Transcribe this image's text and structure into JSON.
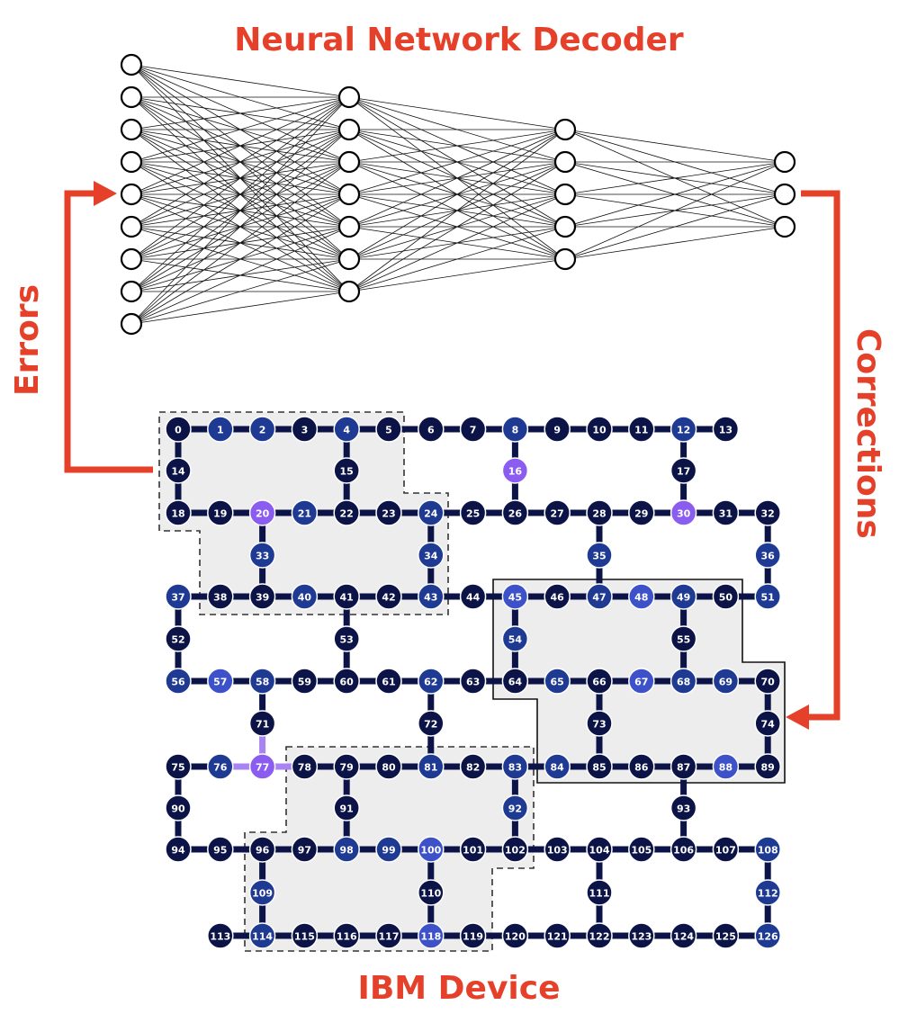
{
  "title": "Neural Network Decoder",
  "device_label": "IBM Device",
  "errors_label": "Errors",
  "corrections_label": "Corrections",
  "network": {
    "layer_sizes": [
      9,
      7,
      5,
      3
    ]
  },
  "device": {
    "rows": [
      [
        "0",
        "1",
        "2",
        "3",
        "4",
        "5",
        "6",
        "7",
        "8",
        "9",
        "10",
        "11",
        "12",
        "13"
      ],
      [
        "18",
        "19",
        "20",
        "21",
        "22",
        "23",
        "24",
        "25",
        "26",
        "27",
        "28",
        "29",
        "30",
        "31",
        "32"
      ],
      [
        "37",
        "38",
        "39",
        "40",
        "41",
        "42",
        "43",
        "44",
        "45",
        "46",
        "47",
        "48",
        "49",
        "50",
        "51"
      ],
      [
        "56",
        "57",
        "58",
        "59",
        "60",
        "61",
        "62",
        "63",
        "64",
        "65",
        "66",
        "67",
        "68",
        "69",
        "70"
      ],
      [
        "75",
        "76",
        "77",
        "78",
        "79",
        "80",
        "81",
        "82",
        "83",
        "84",
        "85",
        "86",
        "87",
        "88",
        "89"
      ],
      [
        "94",
        "95",
        "96",
        "97",
        "98",
        "99",
        "100",
        "101",
        "102",
        "103",
        "104",
        "105",
        "106",
        "107",
        "108"
      ],
      [
        "113",
        "114",
        "115",
        "116",
        "117",
        "118",
        "119",
        "120",
        "121",
        "122",
        "123",
        "124",
        "125",
        "126"
      ]
    ],
    "connectors": [
      [
        "14",
        "15",
        "16",
        "17"
      ],
      [
        "33",
        "34",
        "35",
        "36"
      ],
      [
        "52",
        "53",
        "54",
        "55"
      ],
      [
        "71",
        "72",
        "73",
        "74"
      ],
      [
        "90",
        "91",
        "92",
        "93"
      ],
      [
        "109",
        "110",
        "111",
        "112"
      ]
    ],
    "highlighted_qubits": [
      "16",
      "20",
      "30",
      "77"
    ],
    "bright_qubits": [
      "45",
      "48",
      "67",
      "57",
      "100",
      "118",
      "88"
    ],
    "medium_qubits": [
      "1",
      "2",
      "4",
      "21",
      "24",
      "33",
      "34",
      "37",
      "40",
      "43",
      "54",
      "62",
      "65",
      "68",
      "69",
      "84",
      "92",
      "98",
      "99",
      "109",
      "114",
      "76",
      "83",
      "81",
      "56",
      "58",
      "108",
      "112",
      "126",
      "35",
      "36",
      "47",
      "49",
      "51",
      "8",
      "12"
    ],
    "colors": {
      "dark": "#0c1447",
      "medium": "#1f3a93",
      "bright": "#3d52c9",
      "highlight": "#8b5cf0",
      "accent": "#e5402a",
      "region": "#ededed"
    }
  }
}
